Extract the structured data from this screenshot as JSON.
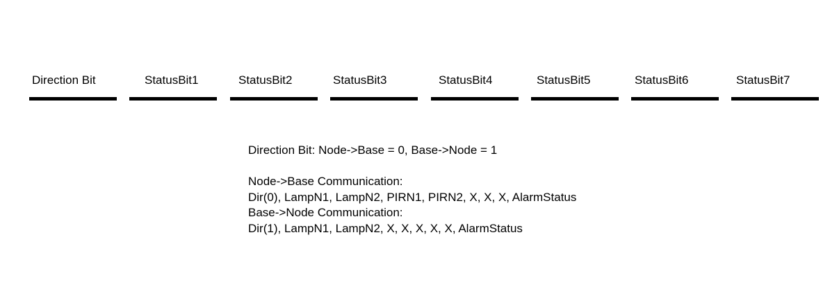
{
  "fields": [
    {
      "label": "Direction Bit"
    },
    {
      "label": "StatusBit1"
    },
    {
      "label": "StatusBit2"
    },
    {
      "label": "StatusBit3"
    },
    {
      "label": "StatusBit4"
    },
    {
      "label": "StatusBit5"
    },
    {
      "label": "StatusBit6"
    },
    {
      "label": "StatusBit7"
    }
  ],
  "notes": {
    "direction_def": "Direction Bit: Node->Base = 0, Base->Node = 1",
    "node_to_base_heading": "Node->Base Communication:",
    "node_to_base_fields": "Dir(0), LampN1, LampN2, PIRN1, PIRN2, X, X, X, AlarmStatus",
    "base_to_node_heading": "Base->Node Communication:",
    "base_to_node_fields": "Dir(1), LampN1, LampN2, X, X, X, X, X, AlarmStatus"
  }
}
